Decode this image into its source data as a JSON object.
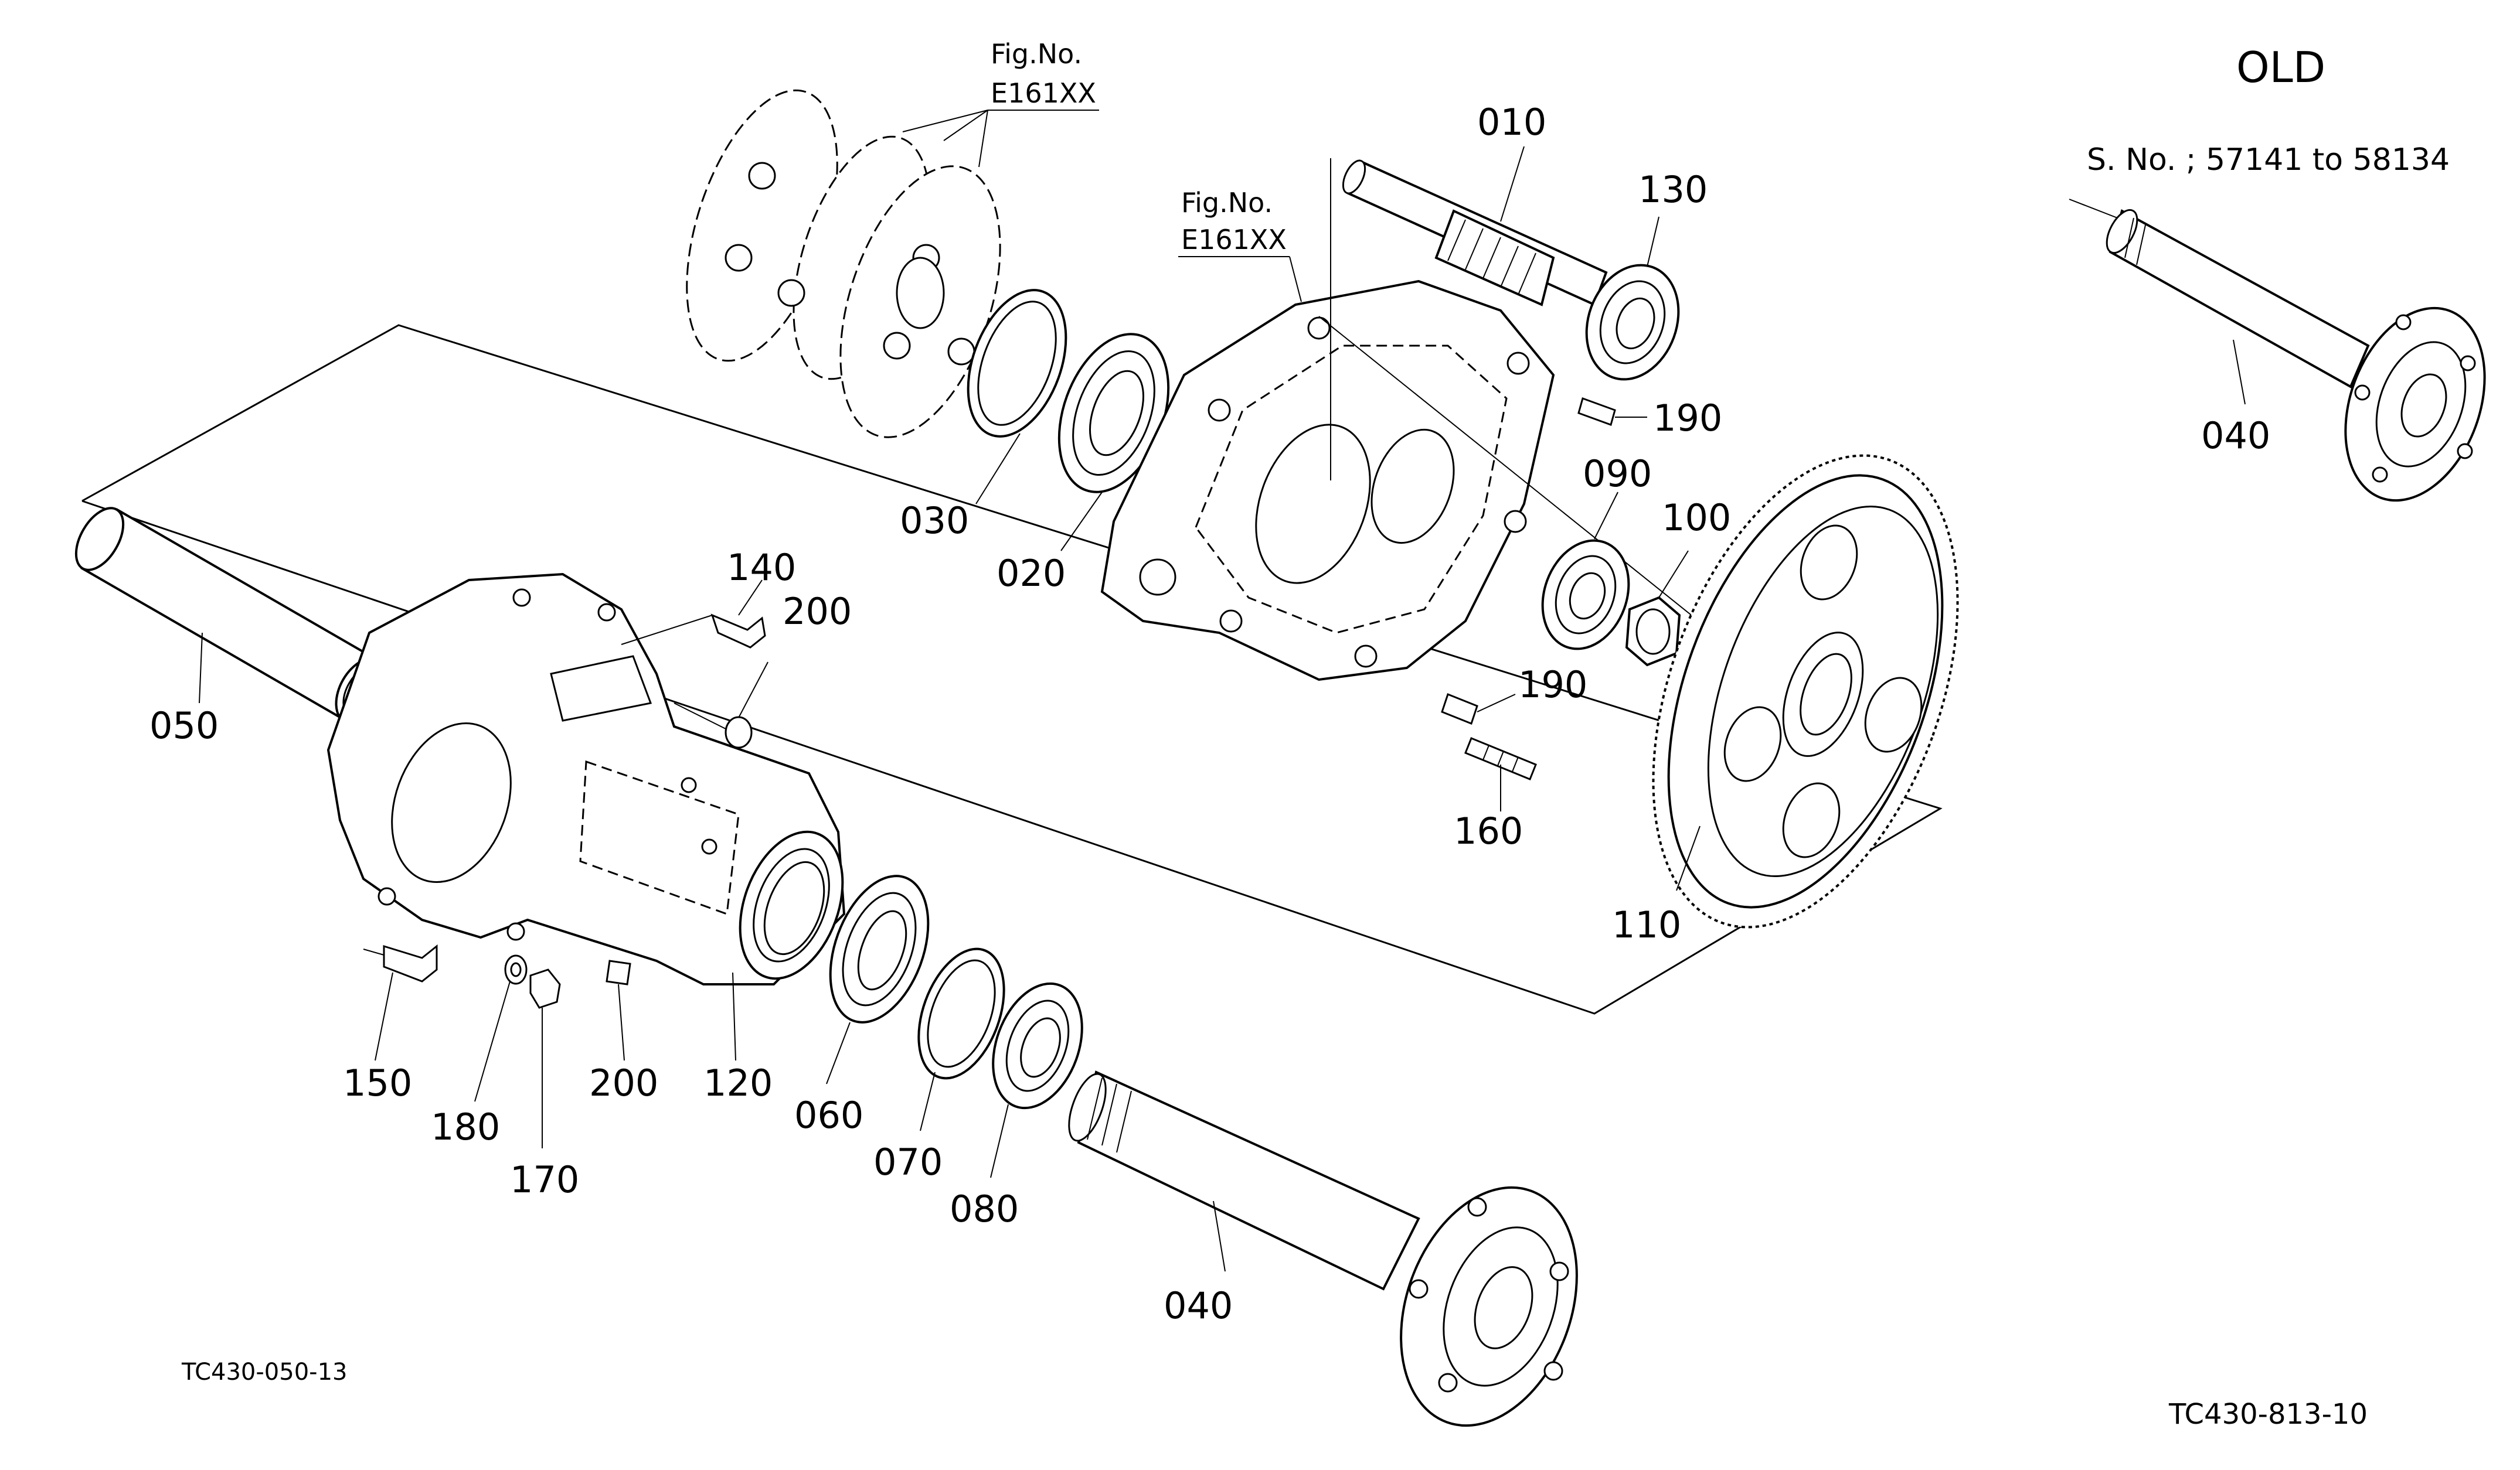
{
  "header": {
    "old_label": "OLD",
    "serial_range": "S. No. ; 57141 to 58134"
  },
  "figure_refs": [
    {
      "line1": "Fig.No.",
      "line2": "E161XX"
    },
    {
      "line1": "Fig.No.",
      "line2": "E161XX"
    }
  ],
  "callouts": {
    "p010": "010",
    "p020": "020",
    "p030": "030",
    "p040_main": "040",
    "p040_old": "040",
    "p050": "050",
    "p060": "060",
    "p070": "070",
    "p080": "080",
    "p090": "090",
    "p100": "100",
    "p110": "110",
    "p120": "120",
    "p130": "130",
    "p140": "140",
    "p150": "150",
    "p160": "160",
    "p170": "170",
    "p180": "180",
    "p190_top": "190",
    "p190_bottom": "190",
    "p200_top": "200",
    "p200_bottom": "200"
  },
  "codes": {
    "sub_drawing": "TC430-050-13",
    "drawing": "TC430-813-10"
  }
}
